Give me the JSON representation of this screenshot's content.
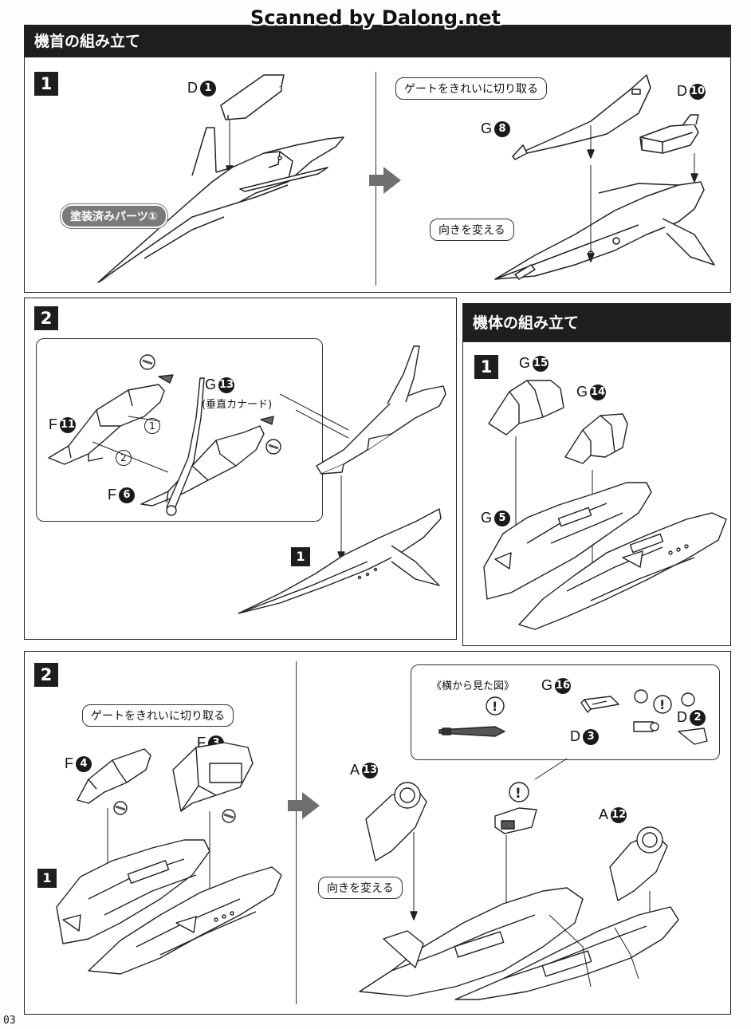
{
  "watermark": "Scanned by Dalong.net",
  "page_number": "03",
  "sections": {
    "nose": {
      "title": "機首の組み立て"
    },
    "body": {
      "title": "機体の組み立て"
    }
  },
  "nose_step1": {
    "step": "1",
    "part_d1": {
      "letter": "D",
      "num": "1"
    },
    "painted_label": "塗装済みパーツ①",
    "gate_label": "ゲートをきれいに切り取る",
    "part_g8": {
      "letter": "G",
      "num": "8"
    },
    "part_d10": {
      "letter": "D",
      "num": "10"
    },
    "turn_label": "向きを変える"
  },
  "nose_step2": {
    "step": "2",
    "part_f11": {
      "letter": "F",
      "num": "11"
    },
    "part_f6": {
      "letter": "F",
      "num": "6"
    },
    "part_g13": {
      "letter": "G",
      "num": "13"
    },
    "g13_note": "(垂直カナード)",
    "circle1": "1",
    "circle2": "2",
    "ref_step": "1"
  },
  "body_step1": {
    "step": "1",
    "part_g15": {
      "letter": "G",
      "num": "15"
    },
    "part_g14": {
      "letter": "G",
      "num": "14"
    },
    "part_g5": {
      "letter": "G",
      "num": "5"
    }
  },
  "body_step2": {
    "step": "2",
    "gate_label": "ゲートをきれいに切り取る",
    "part_f4": {
      "letter": "F",
      "num": "4"
    },
    "part_f3": {
      "letter": "F",
      "num": "3"
    },
    "ref_step": "1",
    "side_view_label": "《横から見た図》",
    "part_g16": {
      "letter": "G",
      "num": "16"
    },
    "part_d3": {
      "letter": "D",
      "num": "3"
    },
    "part_d2": {
      "letter": "D",
      "num": "2"
    },
    "part_a13": {
      "letter": "A",
      "num": "13"
    },
    "part_a12": {
      "letter": "A",
      "num": "12"
    },
    "turn_label": "向きを変える"
  },
  "icons": [
    "warning-icon",
    "arrow-right-icon",
    "cutter-icon"
  ]
}
